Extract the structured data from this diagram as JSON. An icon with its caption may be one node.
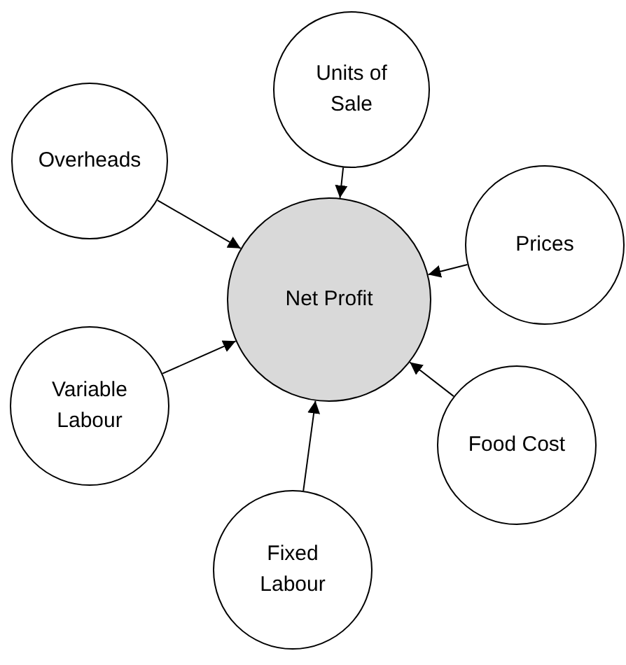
{
  "diagram": {
    "nodes": [
      {
        "text": [
          "Units of Sale"
        ]
      },
      {
        "text": [
          "Overheads"
        ]
      },
      {
        "text": [
          "Prices"
        ]
      },
      {
        "text": [
          "Net Profit"
        ]
      },
      {
        "text": [
          "Variable Labour"
        ]
      },
      {
        "text": [
          "Food Cost"
        ]
      },
      {
        "text": [
          "Fixed Labour"
        ]
      }
    ],
    "edges": [
      {
        "from": 0,
        "to": 3,
        "arrow": "to"
      },
      {
        "from": 1,
        "to": 3,
        "arrow": "to"
      },
      {
        "from": 2,
        "to": 3,
        "arrow": "to"
      },
      {
        "from": 4,
        "to": 3,
        "arrow": "to"
      },
      {
        "from": 5,
        "to": 3,
        "arrow": "to"
      },
      {
        "from": 6,
        "to": 3,
        "arrow": "to"
      }
    ]
  }
}
